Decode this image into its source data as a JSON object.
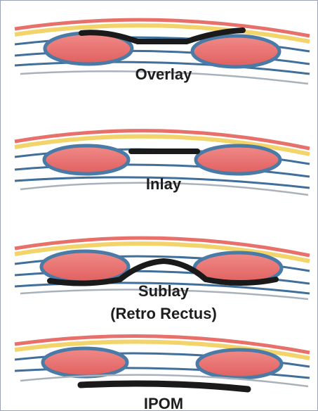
{
  "panels": [
    {
      "id": "overlay",
      "label_lines": [
        "Overlay"
      ]
    },
    {
      "id": "inlay",
      "label_lines": [
        "Inlay"
      ]
    },
    {
      "id": "sublay",
      "label_lines": [
        "Sublay",
        "(Retro Rectus)"
      ]
    },
    {
      "id": "ipom",
      "label_lines": [
        "IPOM"
      ]
    }
  ],
  "colors": {
    "skin_outer": "#e8706a",
    "skin_inner": "#f2d46a",
    "fascia_blue": "#3f6f9a",
    "muscle_fill": "#e8706e",
    "muscle_outline": "#4a7aa6",
    "peritoneum_gray": "#a9b2bb",
    "mesh": "#1a1a1a"
  }
}
